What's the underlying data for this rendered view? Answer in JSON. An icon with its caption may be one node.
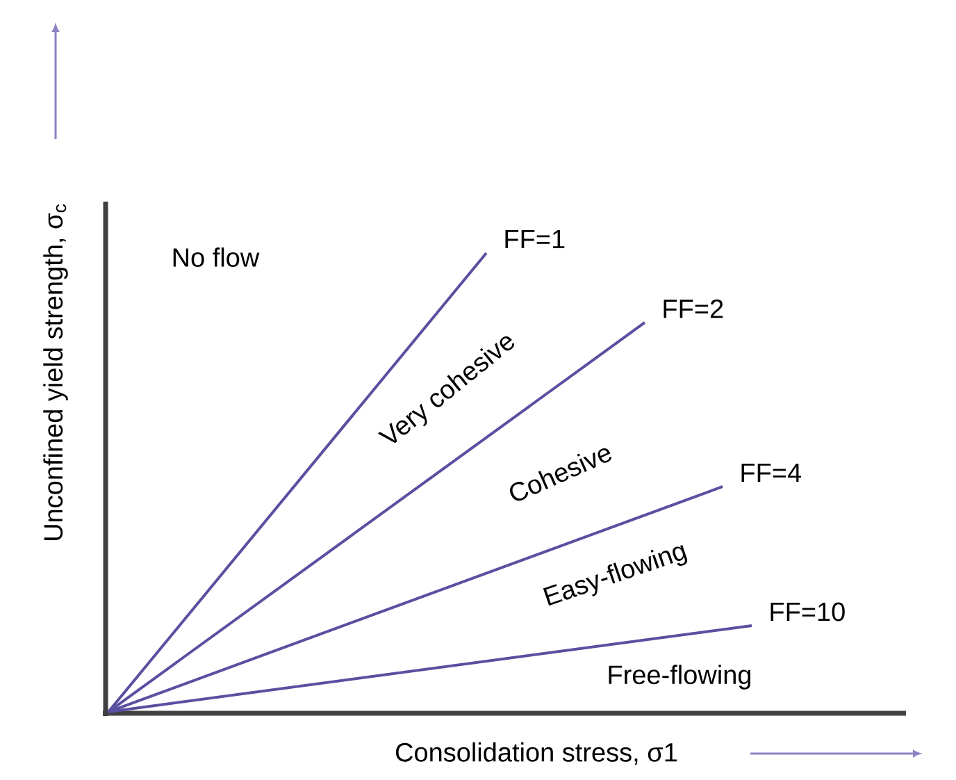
{
  "diagram": {
    "nodes": [
      {
        "text": [
          "FF=1"
        ]
      },
      {
        "text": [
          "FF=2"
        ]
      },
      {
        "text": [
          "FF=4"
        ]
      },
      {
        "text": [
          "FF=10"
        ]
      }
    ],
    "edges": [
      {
        "from": null,
        "to": 0,
        "arrow": "none"
      },
      {
        "from": null,
        "to": 1,
        "arrow": "none"
      },
      {
        "from": null,
        "to": 2,
        "arrow": "none"
      },
      {
        "from": null,
        "to": 3,
        "arrow": "none"
      }
    ],
    "labels": [
      "No flow",
      "Very cohesive",
      "Cohesive",
      "Easy-flowing",
      "Free-flowing",
      "Unconfined yield strength, σ$_{c}$",
      "Consolidation stress, σ1"
    ]
  }
}
